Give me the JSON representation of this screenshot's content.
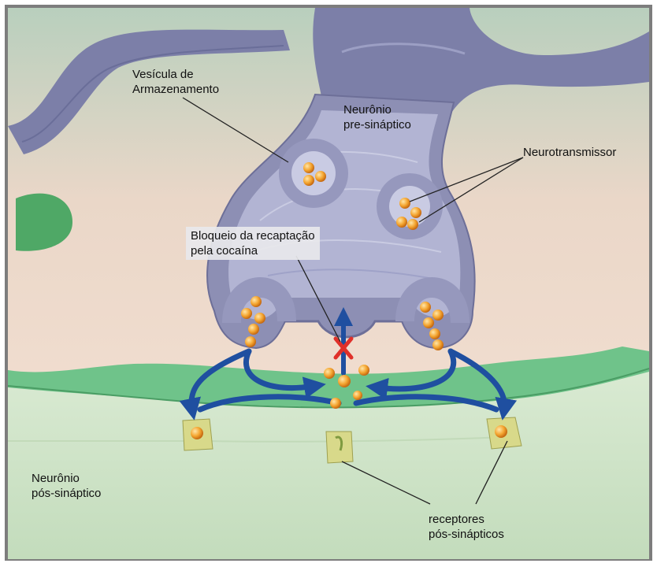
{
  "labels": {
    "vesicle": "Vesícula de\nArmazenamento",
    "presynaptic": "Neurônio\npre-sináptico",
    "neurotransmitter": "Neurotransmissor",
    "cocaine_block": "Bloqueio da recaptação\npela cocaína",
    "postsynaptic": "Neurônio\npós-sináptico",
    "receptors": "receptores\npós-sinápticos"
  },
  "colors": {
    "frame": "#8a8a8a",
    "background": "#f3dfd3",
    "neuron_membrane": "#8d8fb4",
    "neuron_inner": "#aeb0d0",
    "post_membrane": "#6fc38a",
    "post_body": "#cfe2c6",
    "arrow": "#1f4fa0",
    "neurotransmitter": "#f0a02a",
    "receptor": "#d8d98a",
    "block_x": "#e0302a"
  }
}
